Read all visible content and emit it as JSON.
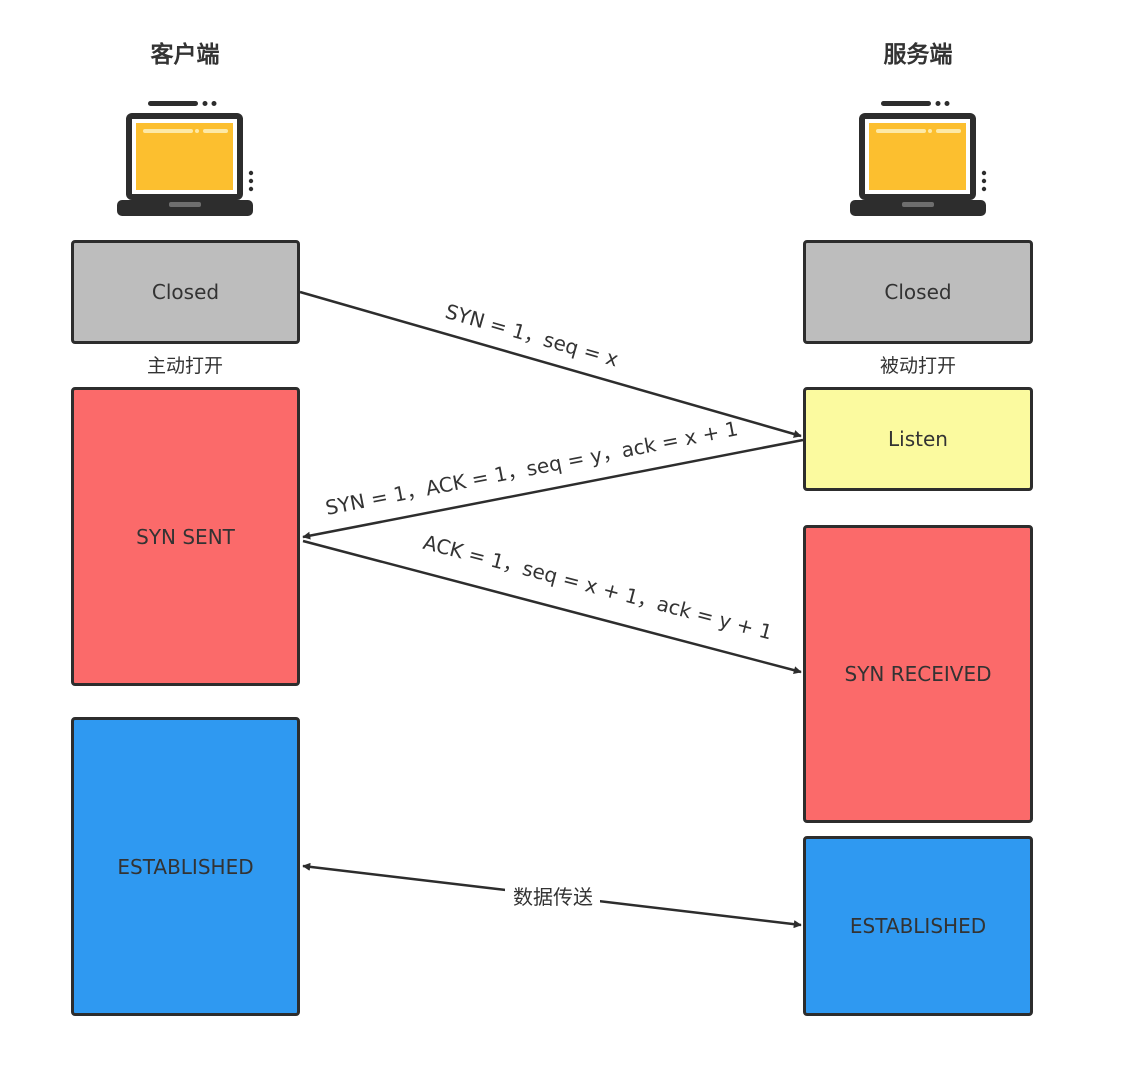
{
  "client": {
    "title": "客户端",
    "open_label": "主动打开",
    "states": {
      "closed": "Closed",
      "syn_sent": "SYN SENT",
      "established": "ESTABLISHED"
    }
  },
  "server": {
    "title": "服务端",
    "open_label": "被动打开",
    "states": {
      "closed": "Closed",
      "listen": "Listen",
      "syn_received": "SYN RECEIVED",
      "established": "ESTABLISHED"
    }
  },
  "messages": {
    "syn": "SYN = 1，seq = x",
    "syn_ack": "SYN = 1，ACK = 1，seq = y，ack = x + 1",
    "ack": "ACK = 1，seq = x + 1，ack = y + 1",
    "data": "数据传送"
  },
  "colors": {
    "closed": "#bdbdbd",
    "syn": "#fb6a6a",
    "listen": "#fbfa9f",
    "established": "#2f99f1",
    "laptop_screen": "#fcbf2f"
  },
  "icons": [
    "laptop-icon"
  ]
}
